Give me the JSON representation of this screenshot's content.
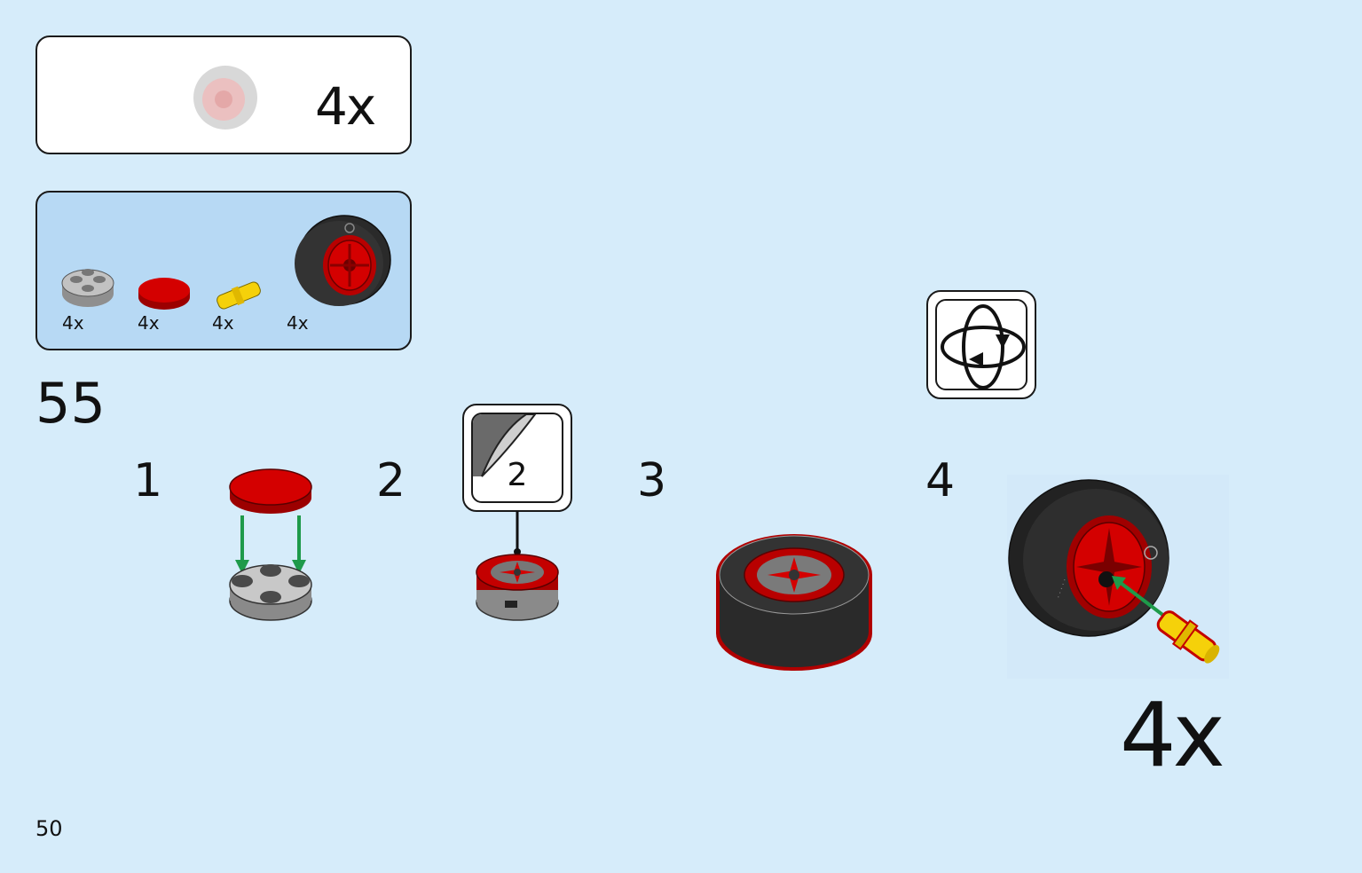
{
  "callout": {
    "multiplier": "4x"
  },
  "parts_list": {
    "items": [
      {
        "name": "round-plate-gray",
        "count": "4x"
      },
      {
        "name": "round-tile-red",
        "count": "4x"
      },
      {
        "name": "pin-yellow",
        "count": "4x"
      },
      {
        "name": "tire-wheel",
        "count": "4x"
      }
    ]
  },
  "step": {
    "number": "55"
  },
  "substeps": [
    "1",
    "2",
    "3",
    "4"
  ],
  "sticker": {
    "number": "2"
  },
  "final_multiplier": "4x",
  "page_number": "50",
  "colors": {
    "background": "#d6ecfa",
    "parts_panel": "#b7d9f4",
    "red": "#d40000",
    "gray": "#b3b3b3",
    "yellow": "#f5d10a",
    "green_arrow": "#1e9a4a",
    "tire": "#2a2a2a"
  },
  "icons": {
    "rotate": "rotate-model-icon",
    "sticker": "sticker-icon"
  }
}
